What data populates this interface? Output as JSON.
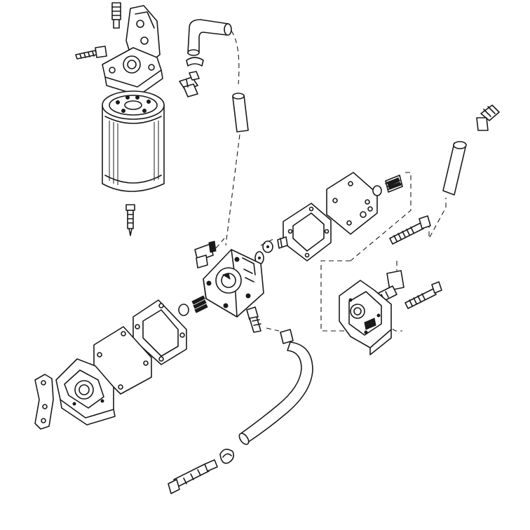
{
  "diagram": {
    "kind": "exploded-parts-view",
    "colors": {
      "line": "#1a1a1a",
      "background": "#ffffff",
      "shade": "#8a8a8a"
    },
    "parts": [
      "fuel-filter-mount-bracket",
      "fuel-filter-canister",
      "filter-fitting-bolt",
      "filter-elbow-fitting",
      "filter-drain-plug",
      "upper-fuel-hose",
      "hose-clamp-upper",
      "hose-fitting-stub",
      "pump-inlet-elbow",
      "fuel-pump-body",
      "outlet-check-valve",
      "pump-cover-plate",
      "pump-diaphragm-gasket-left",
      "pump-gasket-left",
      "pump-base-housing",
      "linkage-arm",
      "check-valve-spring-left",
      "check-valve-disc-left",
      "check-valve-disc-right",
      "check-valve-spring-right",
      "pump-gasket-right",
      "pump-diaphragm-right",
      "pump-cover-right",
      "mounting-bolt-upper",
      "mounting-bolt-lower",
      "right-elbow-fitting",
      "right-hose",
      "elbow-fitting-top-right",
      "outlet-hose-curved",
      "hose-clamp-lower",
      "hose-union-fitting",
      "hose-barb-fitting"
    ]
  }
}
